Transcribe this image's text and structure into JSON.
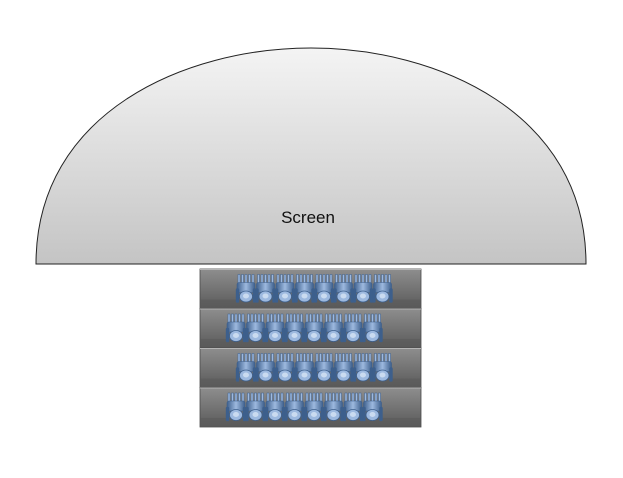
{
  "screen": {
    "label": "Screen"
  },
  "seating": {
    "rows": [
      {
        "seats": 8
      },
      {
        "seats": 8
      },
      {
        "seats": 8
      },
      {
        "seats": 8
      }
    ]
  },
  "colors": {
    "screen_top": "#f4f4f4",
    "screen_bottom": "#c4c4c4",
    "screen_outline": "#222222",
    "riser_light": "#8e8e8e",
    "riser_dark": "#5a5a5a",
    "seat_dark": "#3d5f8c",
    "seat_light": "#9db9df"
  }
}
